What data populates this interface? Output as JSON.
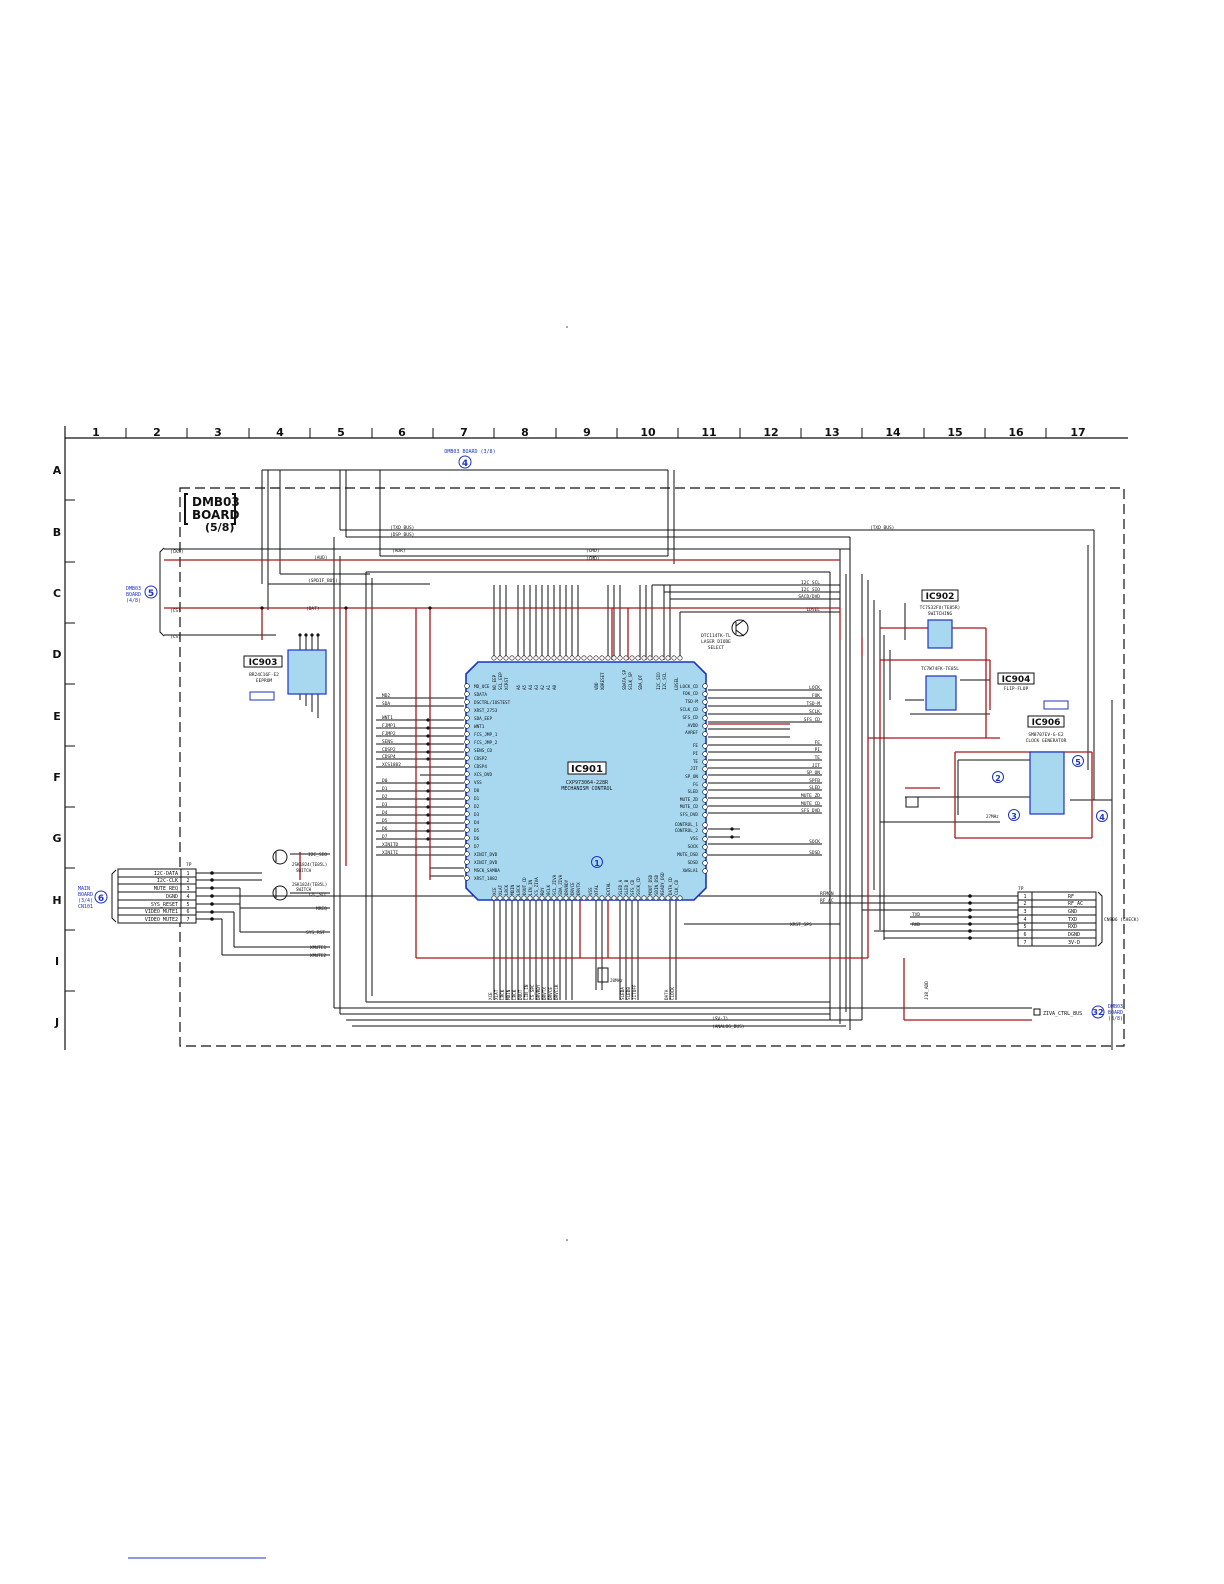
{
  "grid": {
    "columns": [
      "1",
      "2",
      "3",
      "4",
      "5",
      "6",
      "7",
      "8",
      "9",
      "10",
      "11",
      "12",
      "13",
      "14",
      "15",
      "16",
      "17"
    ],
    "rows": [
      "A",
      "B",
      "C",
      "D",
      "E",
      "F",
      "G",
      "H",
      "I",
      "J"
    ]
  },
  "board": {
    "title_line1": "DMB03",
    "title_line2": "BOARD",
    "page": "(5/8)"
  },
  "refs": {
    "top": {
      "text": "DMB03 BOARD (3/8)",
      "num": "4"
    },
    "left": {
      "line1": "DMB03",
      "line2": "BOARD",
      "line3": "(4/8)",
      "num": "5"
    },
    "main": {
      "line1": "MAIN",
      "line2": "BOARD",
      "line3": "(3/4)",
      "line4": "CN101",
      "num": "6"
    },
    "right": {
      "line1": "DMB03",
      "line2": "BOARD",
      "line3": "(8/8)",
      "num": "32"
    }
  },
  "ics": {
    "ic901": {
      "name": "IC901",
      "part": "CXP973064-228R",
      "func": "MECHANISM CONTROL",
      "marker": "1"
    },
    "ic902": {
      "name": "IC902",
      "part": "TC7S32FU(TE85R)",
      "func": "SWITCHING"
    },
    "ic903": {
      "name": "IC903",
      "part": "BR24C16F-E2",
      "func": "EEPROM"
    },
    "ic904": {
      "name": "IC904",
      "part": "TC7W74FK-TE85L",
      "func": "FLIP-FLOP"
    },
    "ic906": {
      "name": "IC906",
      "part": "SM8707EV-G-E2",
      "func": "CLOCK GENERATOR"
    }
  },
  "markers": {
    "m2": "2",
    "m3": "3",
    "m4": "4",
    "m5": "5"
  },
  "buses": [
    "(TXD_BUS)",
    "(DSP_BUS)",
    "(AUD)",
    "(ADR)",
    "(CMD)",
    "(SPDIF_BUS)",
    "(DAT)",
    "(CKS)",
    "(CS)",
    "(SV-I)",
    "(ANALOG_BUS)",
    "ZIVA_CTRL_BUS"
  ],
  "ic901_left_pins": [
    "MD_UCE",
    "SDATA",
    "DSCTRL/IOSTEST",
    "XRST_2753",
    "SDA_EEP",
    "WNT1",
    "FCS_JMP_1",
    "FCS_JMP_2",
    "SENS_CD",
    "CDSP2",
    "CDSP4",
    "XCS_DVD",
    "VSS",
    "D0",
    "D1",
    "D2",
    "D3",
    "D4",
    "D5",
    "D6",
    "D7",
    "XINIT_DVD",
    "XINIT_DVD",
    "MSCK_SAMBA",
    "XRST_1882"
  ],
  "ic901_right_pins": [
    "LOCK_CD",
    "FOK_CD",
    "TSD-M",
    "SCLK_CD",
    "SFS_CD",
    "AVDD",
    "AVREF",
    "FE",
    "PI",
    "TE",
    "JIT",
    "SP_ON",
    "FG",
    "SLED",
    "MUTE_ZD",
    "MUTE_CD",
    "SFS_DVD",
    "CONTROL_1",
    "CONTROL_2",
    "VSS",
    "SOCK",
    "MUTE_DSD",
    "SDSD",
    "XWSLA1"
  ],
  "left_signals": [
    "MD2",
    "SDA",
    "WNT1",
    "FJMP1",
    "FJMP2",
    "SENS",
    "CDSP2",
    "CDSP4",
    "XCS1882",
    "D0",
    "D1",
    "D2",
    "D3",
    "D4",
    "D5",
    "D6",
    "D7",
    "XINITD",
    "XINITI"
  ],
  "right_signals": [
    "LOCK",
    "FOK",
    "TSD-M",
    "SCLK",
    "SFS_CD",
    "FE",
    "PI",
    "TE",
    "JIT",
    "SP_ON",
    "SPFB",
    "SLED",
    "MUTE_ZD",
    "MUTE_CD",
    "SFS_DVD",
    "SOCK",
    "SDSD"
  ],
  "top_signals": [
    "I2C_SCL",
    "I2C_SIO",
    "SACD/DVD",
    "LDSEL"
  ],
  "ic901_top_pins": [
    "NO_EEP",
    "SCL_EEP",
    "XCRST",
    "A6",
    "A5",
    "A4",
    "A3",
    "A2",
    "A1",
    "A0",
    "VDD",
    "XDRESET",
    "SDATA_SP",
    "SCLK_SP",
    "SDA_DT",
    "I2C_SIO",
    "I2C_SCL",
    "LDSEL"
  ],
  "ic901_bottom_pins": [
    "XCE",
    "XLAT",
    "LRCK",
    "MDIN",
    "LRCK",
    "DOUT_CD",
    "LIN_IN",
    "CS_ZIVA",
    "RDY",
    "BCLK",
    "SCL_ZIVA",
    "SDA_ZIVA",
    "DRVRDY",
    "DRVCE",
    "DRVTX",
    "VSS",
    "XTAL",
    "EXTAL",
    "SLED_A",
    "SLED_B",
    "SFS_CD",
    "SOCK_CD",
    "MOUT_DSD",
    "SDIN_DSD",
    "READY_DSD",
    "DATA_CD",
    "CLK_CD"
  ],
  "bottom_signals": [
    "XCE",
    "XLAT",
    "LRCK",
    "MDIN",
    "LRCK",
    "DOUT",
    "LIN_IN",
    "CS_SPC",
    "DRVRDY",
    "DRVTX",
    "DRVCE",
    "DRVCLK",
    "SLEDA",
    "SLEDB",
    "JITOFF",
    "DATA",
    "CLOCK"
  ],
  "misc_labels": {
    "laser": "DTC114TK-TL",
    "laser_func1": "LASER DIODE",
    "laser_func2": "SELECT",
    "ic905": "2SK1824(TE85L)",
    "ic905_func": "SWITCH",
    "ic907": "2SK1824(TE85L)",
    "ic907_func": "SWITCH",
    "i2c_sio": "I2C_SIO",
    "i2c_scl": "I2C_SCL",
    "mreq": "MREQ",
    "sys_rst": "SYS_RST",
    "xmute1": "XMUTE1",
    "xmute2": "XMUTE2",
    "x_rst_sps": "XRST_SPS",
    "rfmon": "RFMON",
    "rf_ac": "RF_AC",
    "txd": "TXD",
    "rxd": "RXD",
    "j18": "J18_ADD",
    "x": "20MHz",
    "xtal2": "27MHz"
  },
  "main_connector": {
    "count": "7P",
    "signals": [
      "I2C-DATA",
      "I2C-CLK",
      "MUTE REQ",
      "DGND",
      "SYS_RESET",
      "VIDEO MUTE1",
      "VIDEO MUTE2"
    ],
    "pins": [
      "1",
      "2",
      "3",
      "4",
      "5",
      "6",
      "7"
    ]
  },
  "check_connector": {
    "count": "7P",
    "signals": [
      "RF",
      "RF_AC",
      "GND",
      "TXD",
      "RXD",
      "DGND",
      "3V-D"
    ],
    "pins": [
      "1",
      "2",
      "3",
      "4",
      "5",
      "6",
      "7"
    ],
    "label": "CN906 (CHECK)"
  }
}
